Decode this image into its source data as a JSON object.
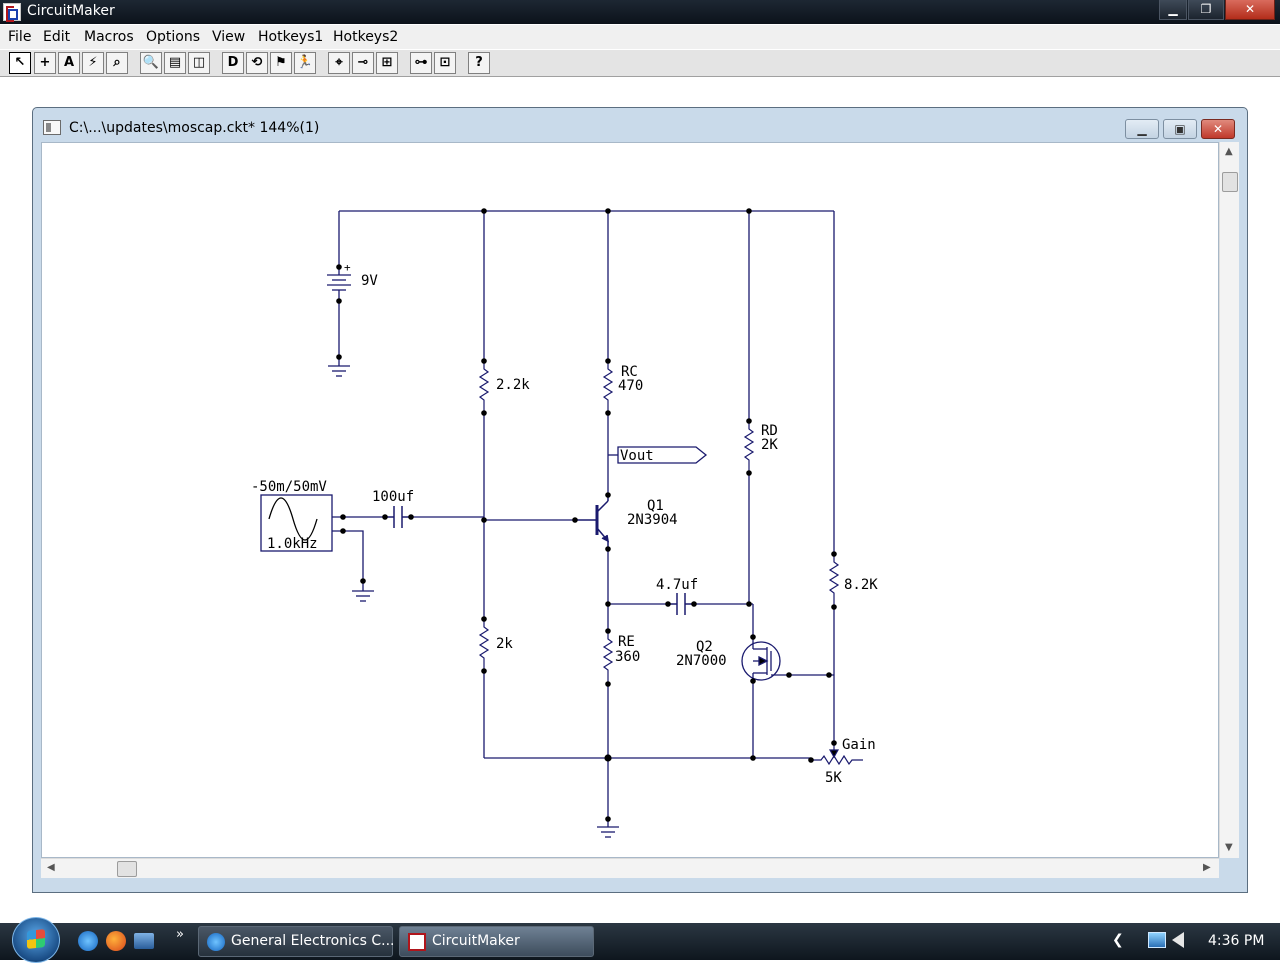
{
  "app": {
    "title": "CircuitMaker",
    "minimize_glyph": "▁",
    "maximize_glyph": "❐",
    "close_glyph": "✕"
  },
  "menu": [
    "File",
    "Edit",
    "Macros",
    "Options",
    "View",
    "Hotkeys1",
    "Hotkeys2"
  ],
  "toolbar": {
    "buttons": [
      {
        "icon": "arrow-select-icon",
        "glyph": "↖"
      },
      {
        "icon": "wire-cross-icon",
        "glyph": "+"
      },
      {
        "icon": "text-tool-icon",
        "glyph": "A"
      },
      {
        "icon": "probe-icon",
        "glyph": "⚡"
      },
      {
        "icon": "probe-box-icon",
        "glyph": "⌕"
      },
      {
        "icon": "zoom-icon",
        "glyph": "🔍"
      },
      {
        "icon": "rotate-icon",
        "glyph": "▤"
      },
      {
        "icon": "mirror-icon",
        "glyph": "◫"
      },
      {
        "icon": "device-icon",
        "glyph": "D"
      },
      {
        "icon": "reset-icon",
        "glyph": "⟲"
      },
      {
        "icon": "step-icon",
        "glyph": "⚑"
      },
      {
        "icon": "run-icon",
        "glyph": "🏃"
      },
      {
        "icon": "logic-probe-icon",
        "glyph": "⌖"
      },
      {
        "icon": "trace-icon",
        "glyph": "⊸"
      },
      {
        "icon": "waveform-icon",
        "glyph": "⊞"
      },
      {
        "icon": "analysis-icon",
        "glyph": "⊶"
      },
      {
        "icon": "panel-icon",
        "glyph": "⊡"
      },
      {
        "icon": "help-icon",
        "glyph": "?"
      }
    ]
  },
  "document": {
    "title": "C:\\...\\updates\\moscap.ckt* 144%(1)",
    "minimize_glyph": "▁",
    "maximize_glyph": "▣",
    "close_glyph": "✕"
  },
  "schematic": {
    "battery_label": "9V",
    "battery_plus": "+",
    "source_amplitude": "-50m/50mV",
    "source_frequency": "1.0kHz",
    "c1_value": "100uf",
    "r1_value": "2.2k",
    "r2_value": "2k",
    "rc_name": "RC",
    "rc_value": "470",
    "re_name": "RE",
    "re_value": "360",
    "q1_name": "Q1",
    "q1_model": "2N3904",
    "vout_label": "Vout",
    "c2_value": "4.7uf",
    "rd_name": "RD",
    "rd_value": "2K",
    "q2_name": "Q2",
    "q2_model": "2N7000",
    "r3_value": "8.2K",
    "pot_name": "Gain",
    "pot_value": "5K"
  },
  "scrollbars": {
    "up": "▲",
    "down": "▼",
    "left": "◀",
    "right": "▶"
  },
  "taskbar": {
    "more_glyph": "»",
    "tasks": [
      {
        "label": "General Electronics C...",
        "active": false
      },
      {
        "label": "CircuitMaker",
        "active": true
      }
    ],
    "tray_chevron": "❮",
    "clock": "4:36 PM"
  },
  "colors": {
    "wire": "#1a1a6e",
    "accent_red": "#b0151b"
  }
}
